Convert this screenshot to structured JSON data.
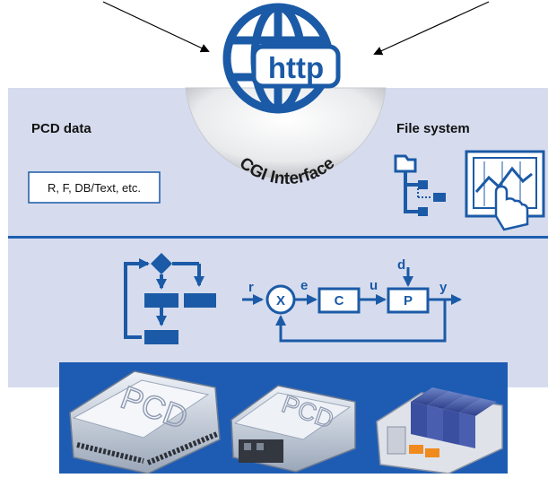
{
  "badge": {
    "word": "http",
    "caption": "CGI Interface"
  },
  "panel_top": {
    "left_title": "PCD data",
    "data_box_label": "R, F, DB/Text, etc.",
    "right_title": "File system"
  },
  "control_loop": {
    "labels": {
      "r": "r",
      "e": "e",
      "u": "u",
      "y": "y",
      "d": "d",
      "summing": "X",
      "controller": "C",
      "plant": "P"
    }
  },
  "devices": [
    {
      "mark": "PCD"
    },
    {
      "mark": "PCD"
    }
  ],
  "colors": {
    "panel": "#d6dcee",
    "blue": "#1b5aa6",
    "band": "#1e5cb3",
    "divider": "#1f5fb0"
  },
  "icons": [
    "globe-icon",
    "file-tree-icon",
    "touch-screen-chart-icon",
    "flowchart-icon"
  ]
}
